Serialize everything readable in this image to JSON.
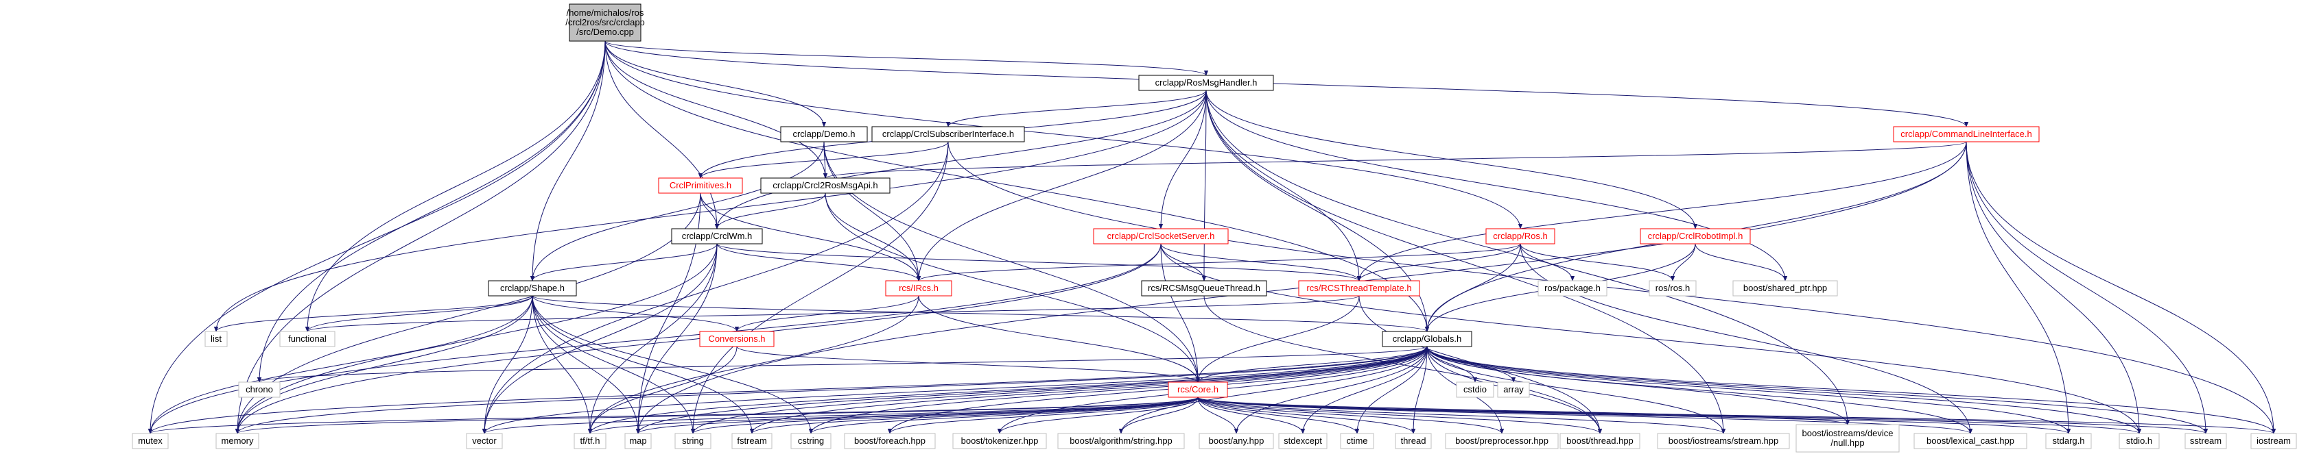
{
  "colors": {
    "edge": "#191970",
    "root_fill": "#bfbfbf",
    "box_fill": "#ffffff",
    "box_stroke_default": "#000000",
    "box_stroke_red": "#ff0000",
    "external_stroke": "#bfbfbf",
    "text_red": "#ff0000",
    "text_black": "#000000"
  },
  "nodes": [
    {
      "id": "demo_cpp",
      "lines": [
        "/home/michalos/ros",
        "/crcl2ros/src/crclapp",
        "/src/Demo.cpp"
      ],
      "kind": "root"
    },
    {
      "id": "rosmsghandler",
      "lines": [
        "crclapp/RosMsgHandler.h"
      ],
      "kind": "box"
    },
    {
      "id": "demo_h",
      "lines": [
        "crclapp/Demo.h"
      ],
      "kind": "box"
    },
    {
      "id": "crclsubscriber",
      "lines": [
        "crclapp/CrclSubscriberInterface.h"
      ],
      "kind": "box"
    },
    {
      "id": "commandline",
      "lines": [
        "crclapp/CommandLineInterface.h"
      ],
      "kind": "red"
    },
    {
      "id": "crclprimitives",
      "lines": [
        "CrclPrimitives.h"
      ],
      "kind": "red"
    },
    {
      "id": "crcl2rosmsgapi",
      "lines": [
        "crclapp/Crcl2RosMsgApi.h"
      ],
      "kind": "box"
    },
    {
      "id": "crclwm",
      "lines": [
        "crclapp/CrclWm.h"
      ],
      "kind": "box"
    },
    {
      "id": "crclsocketserver",
      "lines": [
        "crclapp/CrclSocketServer.h"
      ],
      "kind": "red"
    },
    {
      "id": "ros_h",
      "lines": [
        "crclapp/Ros.h"
      ],
      "kind": "red"
    },
    {
      "id": "crclrobotimpl",
      "lines": [
        "crclapp/CrclRobotImpl.h"
      ],
      "kind": "red"
    },
    {
      "id": "shape",
      "lines": [
        "crclapp/Shape.h"
      ],
      "kind": "box"
    },
    {
      "id": "ircs",
      "lines": [
        "rcs/IRcs.h"
      ],
      "kind": "red"
    },
    {
      "id": "rcsmsgqueue",
      "lines": [
        "rcs/RCSMsgQueueThread.h"
      ],
      "kind": "box"
    },
    {
      "id": "rcsthreadtemplate",
      "lines": [
        "rcs/RCSThreadTemplate.h"
      ],
      "kind": "red"
    },
    {
      "id": "rospackage",
      "lines": [
        "ros/package.h"
      ],
      "kind": "ext"
    },
    {
      "id": "rosros",
      "lines": [
        "ros/ros.h"
      ],
      "kind": "ext"
    },
    {
      "id": "sharedptr",
      "lines": [
        "boost/shared_ptr.hpp"
      ],
      "kind": "ext"
    },
    {
      "id": "conversions",
      "lines": [
        "Conversions.h"
      ],
      "kind": "red"
    },
    {
      "id": "globals",
      "lines": [
        "crclapp/Globals.h"
      ],
      "kind": "box"
    },
    {
      "id": "list",
      "lines": [
        "list"
      ],
      "kind": "ext"
    },
    {
      "id": "functional",
      "lines": [
        "functional"
      ],
      "kind": "ext"
    },
    {
      "id": "chrono",
      "lines": [
        "chrono"
      ],
      "kind": "ext"
    },
    {
      "id": "cstdio",
      "lines": [
        "cstdio"
      ],
      "kind": "ext"
    },
    {
      "id": "array",
      "lines": [
        "array"
      ],
      "kind": "ext"
    },
    {
      "id": "rcscore",
      "lines": [
        "rcs/Core.h"
      ],
      "kind": "red"
    },
    {
      "id": "mutex",
      "lines": [
        "mutex"
      ],
      "kind": "ext"
    },
    {
      "id": "memory",
      "lines": [
        "memory"
      ],
      "kind": "ext"
    },
    {
      "id": "vector",
      "lines": [
        "vector"
      ],
      "kind": "ext"
    },
    {
      "id": "tf",
      "lines": [
        "tf/tf.h"
      ],
      "kind": "ext"
    },
    {
      "id": "map",
      "lines": [
        "map"
      ],
      "kind": "ext"
    },
    {
      "id": "string",
      "lines": [
        "string"
      ],
      "kind": "ext"
    },
    {
      "id": "fstream",
      "lines": [
        "fstream"
      ],
      "kind": "ext"
    },
    {
      "id": "cstring",
      "lines": [
        "cstring"
      ],
      "kind": "ext"
    },
    {
      "id": "foreach",
      "lines": [
        "boost/foreach.hpp"
      ],
      "kind": "ext"
    },
    {
      "id": "tokenizer",
      "lines": [
        "boost/tokenizer.hpp"
      ],
      "kind": "ext"
    },
    {
      "id": "algostring",
      "lines": [
        "boost/algorithm/string.hpp"
      ],
      "kind": "ext"
    },
    {
      "id": "boostany",
      "lines": [
        "boost/any.hpp"
      ],
      "kind": "ext"
    },
    {
      "id": "stdexcept",
      "lines": [
        "stdexcept"
      ],
      "kind": "ext"
    },
    {
      "id": "ctime",
      "lines": [
        "ctime"
      ],
      "kind": "ext"
    },
    {
      "id": "thread",
      "lines": [
        "thread"
      ],
      "kind": "ext"
    },
    {
      "id": "preprocessor",
      "lines": [
        "boost/preprocessor.hpp"
      ],
      "kind": "ext"
    },
    {
      "id": "boostthread",
      "lines": [
        "boost/thread.hpp"
      ],
      "kind": "ext"
    },
    {
      "id": "iostreamsstream",
      "lines": [
        "boost/iostreams/stream.hpp"
      ],
      "kind": "ext"
    },
    {
      "id": "iostreamsnull",
      "lines": [
        "boost/iostreams/device",
        "/null.hpp"
      ],
      "kind": "ext"
    },
    {
      "id": "lexicalcast",
      "lines": [
        "boost/lexical_cast.hpp"
      ],
      "kind": "ext"
    },
    {
      "id": "stdarg",
      "lines": [
        "stdarg.h"
      ],
      "kind": "ext"
    },
    {
      "id": "stdio",
      "lines": [
        "stdio.h"
      ],
      "kind": "ext"
    },
    {
      "id": "sstream",
      "lines": [
        "sstream"
      ],
      "kind": "ext"
    },
    {
      "id": "iostream",
      "lines": [
        "iostream"
      ],
      "kind": "ext"
    }
  ],
  "edges": [
    [
      "demo_cpp",
      "rosmsghandler"
    ],
    [
      "demo_cpp",
      "demo_h"
    ],
    [
      "demo_cpp",
      "commandline"
    ],
    [
      "demo_cpp",
      "crcl2rosmsgapi"
    ],
    [
      "demo_cpp",
      "crclwm"
    ],
    [
      "demo_cpp",
      "ros_h"
    ],
    [
      "demo_cpp",
      "shape"
    ],
    [
      "demo_cpp",
      "globals"
    ],
    [
      "demo_cpp",
      "functional"
    ],
    [
      "demo_cpp",
      "chrono"
    ],
    [
      "demo_cpp",
      "memory"
    ],
    [
      "demo_cpp",
      "mutex"
    ],
    [
      "rosmsghandler",
      "crclsubscriber"
    ],
    [
      "rosmsghandler",
      "crclprimitives"
    ],
    [
      "rosmsghandler",
      "crclwm"
    ],
    [
      "rosmsghandler",
      "crclsocketserver"
    ],
    [
      "rosmsghandler",
      "crclrobotimpl"
    ],
    [
      "rosmsghandler",
      "ircs"
    ],
    [
      "rosmsghandler",
      "rcsmsgqueue"
    ],
    [
      "rosmsghandler",
      "rcsthreadtemplate"
    ],
    [
      "rosmsghandler",
      "globals"
    ],
    [
      "rosmsghandler",
      "sharedptr"
    ],
    [
      "rosmsghandler",
      "list"
    ],
    [
      "rosmsghandler",
      "iostreamsstream"
    ],
    [
      "rosmsghandler",
      "iostreamsnull"
    ],
    [
      "demo_h",
      "crcl2rosmsgapi"
    ],
    [
      "demo_h",
      "shape"
    ],
    [
      "demo_h",
      "ircs"
    ],
    [
      "demo_h",
      "rcscore"
    ],
    [
      "crclsubscriber",
      "crclprimitives"
    ],
    [
      "crclsubscriber",
      "vector"
    ],
    [
      "crclsubscriber",
      "string"
    ],
    [
      "crclsubscriber",
      "iostream"
    ],
    [
      "commandline",
      "crcl2rosmsgapi"
    ],
    [
      "commandline",
      "rcsthreadtemplate"
    ],
    [
      "commandline",
      "globals"
    ],
    [
      "commandline",
      "map"
    ],
    [
      "commandline",
      "stdarg"
    ],
    [
      "commandline",
      "stdio"
    ],
    [
      "commandline",
      "sstream"
    ],
    [
      "commandline",
      "iostream"
    ],
    [
      "crclprimitives",
      "crclwm"
    ],
    [
      "crclprimitives",
      "ircs"
    ],
    [
      "crclprimitives",
      "memory"
    ],
    [
      "crclprimitives",
      "map"
    ],
    [
      "crcl2rosmsgapi",
      "crclwm"
    ],
    [
      "crcl2rosmsgapi",
      "ircs"
    ],
    [
      "crcl2rosmsgapi",
      "rcscore"
    ],
    [
      "crclwm",
      "shape"
    ],
    [
      "crclwm",
      "ircs"
    ],
    [
      "crclwm",
      "rcsthreadtemplate"
    ],
    [
      "crclwm",
      "memory"
    ],
    [
      "crclwm",
      "vector"
    ],
    [
      "crclwm",
      "tf"
    ],
    [
      "crclwm",
      "map"
    ],
    [
      "crclsocketserver",
      "rcsmsgqueue"
    ],
    [
      "crclsocketserver",
      "rcsthreadtemplate"
    ],
    [
      "crclsocketserver",
      "rcscore"
    ],
    [
      "crclsocketserver",
      "memory"
    ],
    [
      "crclsocketserver",
      "mutex"
    ],
    [
      "crclsocketserver",
      "stdio"
    ],
    [
      "ros_h",
      "ircs"
    ],
    [
      "ros_h",
      "rcsthreadtemplate"
    ],
    [
      "ros_h",
      "rospackage"
    ],
    [
      "ros_h",
      "rosros"
    ],
    [
      "ros_h",
      "globals"
    ],
    [
      "ros_h",
      "lexicalcast"
    ],
    [
      "crclrobotimpl",
      "rosros"
    ],
    [
      "crclrobotimpl",
      "sharedptr"
    ],
    [
      "crclrobotimpl",
      "globals"
    ],
    [
      "shape",
      "conversions"
    ],
    [
      "shape",
      "globals"
    ],
    [
      "shape",
      "list"
    ],
    [
      "shape",
      "functional"
    ],
    [
      "shape",
      "memory"
    ],
    [
      "shape",
      "mutex"
    ],
    [
      "shape",
      "vector"
    ],
    [
      "shape",
      "tf"
    ],
    [
      "shape",
      "map"
    ],
    [
      "shape",
      "string"
    ],
    [
      "shape",
      "fstream"
    ],
    [
      "shape",
      "cstring"
    ],
    [
      "ircs",
      "conversions"
    ],
    [
      "ircs",
      "rcscore"
    ],
    [
      "ircs",
      "tf"
    ],
    [
      "rcsmsgqueue",
      "boostthread"
    ],
    [
      "rcsthreadtemplate",
      "rcscore"
    ],
    [
      "rcsthreadtemplate",
      "functional"
    ],
    [
      "rcsthreadtemplate",
      "boostthread"
    ],
    [
      "conversions",
      "rcscore"
    ],
    [
      "conversions",
      "tf"
    ],
    [
      "globals",
      "rcscore"
    ],
    [
      "globals",
      "chrono"
    ],
    [
      "globals",
      "cstdio"
    ],
    [
      "globals",
      "array"
    ],
    [
      "globals",
      "mutex"
    ],
    [
      "globals",
      "memory"
    ],
    [
      "globals",
      "vector"
    ],
    [
      "globals",
      "tf"
    ],
    [
      "globals",
      "map"
    ],
    [
      "globals",
      "string"
    ],
    [
      "globals",
      "fstream"
    ],
    [
      "globals",
      "cstring"
    ],
    [
      "globals",
      "foreach"
    ],
    [
      "globals",
      "tokenizer"
    ],
    [
      "globals",
      "algostring"
    ],
    [
      "globals",
      "boostany"
    ],
    [
      "globals",
      "stdexcept"
    ],
    [
      "globals",
      "ctime"
    ],
    [
      "globals",
      "thread"
    ],
    [
      "globals",
      "preprocessor"
    ],
    [
      "globals",
      "boostthread"
    ],
    [
      "globals",
      "iostreamsstream"
    ],
    [
      "globals",
      "iostreamsnull"
    ],
    [
      "globals",
      "lexicalcast"
    ],
    [
      "globals",
      "stdarg"
    ],
    [
      "globals",
      "stdio"
    ],
    [
      "globals",
      "sstream"
    ],
    [
      "globals",
      "iostream"
    ],
    [
      "rcscore",
      "mutex"
    ],
    [
      "rcscore",
      "memory"
    ],
    [
      "rcscore",
      "vector"
    ],
    [
      "rcscore",
      "tf"
    ],
    [
      "rcscore",
      "map"
    ],
    [
      "rcscore",
      "string"
    ],
    [
      "rcscore",
      "fstream"
    ],
    [
      "rcscore",
      "cstring"
    ],
    [
      "rcscore",
      "foreach"
    ],
    [
      "rcscore",
      "tokenizer"
    ],
    [
      "rcscore",
      "algostring"
    ],
    [
      "rcscore",
      "boostany"
    ],
    [
      "rcscore",
      "stdexcept"
    ],
    [
      "rcscore",
      "ctime"
    ],
    [
      "rcscore",
      "thread"
    ],
    [
      "rcscore",
      "preprocessor"
    ],
    [
      "rcscore",
      "boostthread"
    ],
    [
      "rcscore",
      "iostreamsstream"
    ],
    [
      "rcscore",
      "iostreamsnull"
    ],
    [
      "rcscore",
      "lexicalcast"
    ],
    [
      "rcscore",
      "stdarg"
    ],
    [
      "rcscore",
      "stdio"
    ],
    [
      "rcscore",
      "sstream"
    ],
    [
      "rcscore",
      "iostream"
    ]
  ]
}
